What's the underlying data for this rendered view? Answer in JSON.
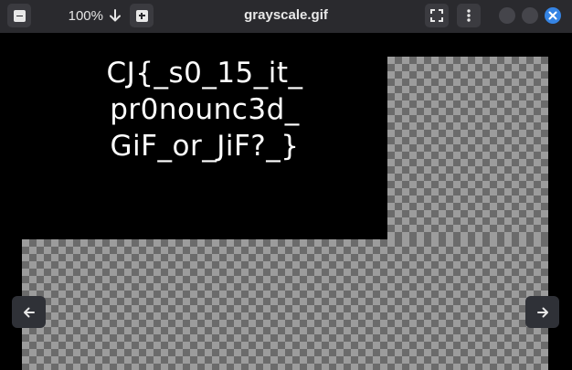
{
  "header": {
    "title": "grayscale.gif",
    "zoom_level": "100%"
  },
  "image": {
    "text_lines": [
      "CJ{_s0_15_it_",
      "pr0nounc3d_",
      "GiF_or_JiF?_}"
    ]
  },
  "colors": {
    "headerbar": "#2a2a2e",
    "button": "#3b3b40",
    "close_button": "#3584e4",
    "canvas": "#000000",
    "checker_light": "#9c9c9c",
    "checker_dark": "#6b6b6b"
  },
  "icons": {
    "zoom_out": "minus-icon",
    "zoom_menu": "arrow-down-icon",
    "zoom_in": "plus-icon",
    "fullscreen": "fullscreen-icon",
    "menu": "kebab-menu-icon",
    "close": "close-icon",
    "previous": "arrow-left-icon",
    "next": "arrow-right-icon"
  }
}
